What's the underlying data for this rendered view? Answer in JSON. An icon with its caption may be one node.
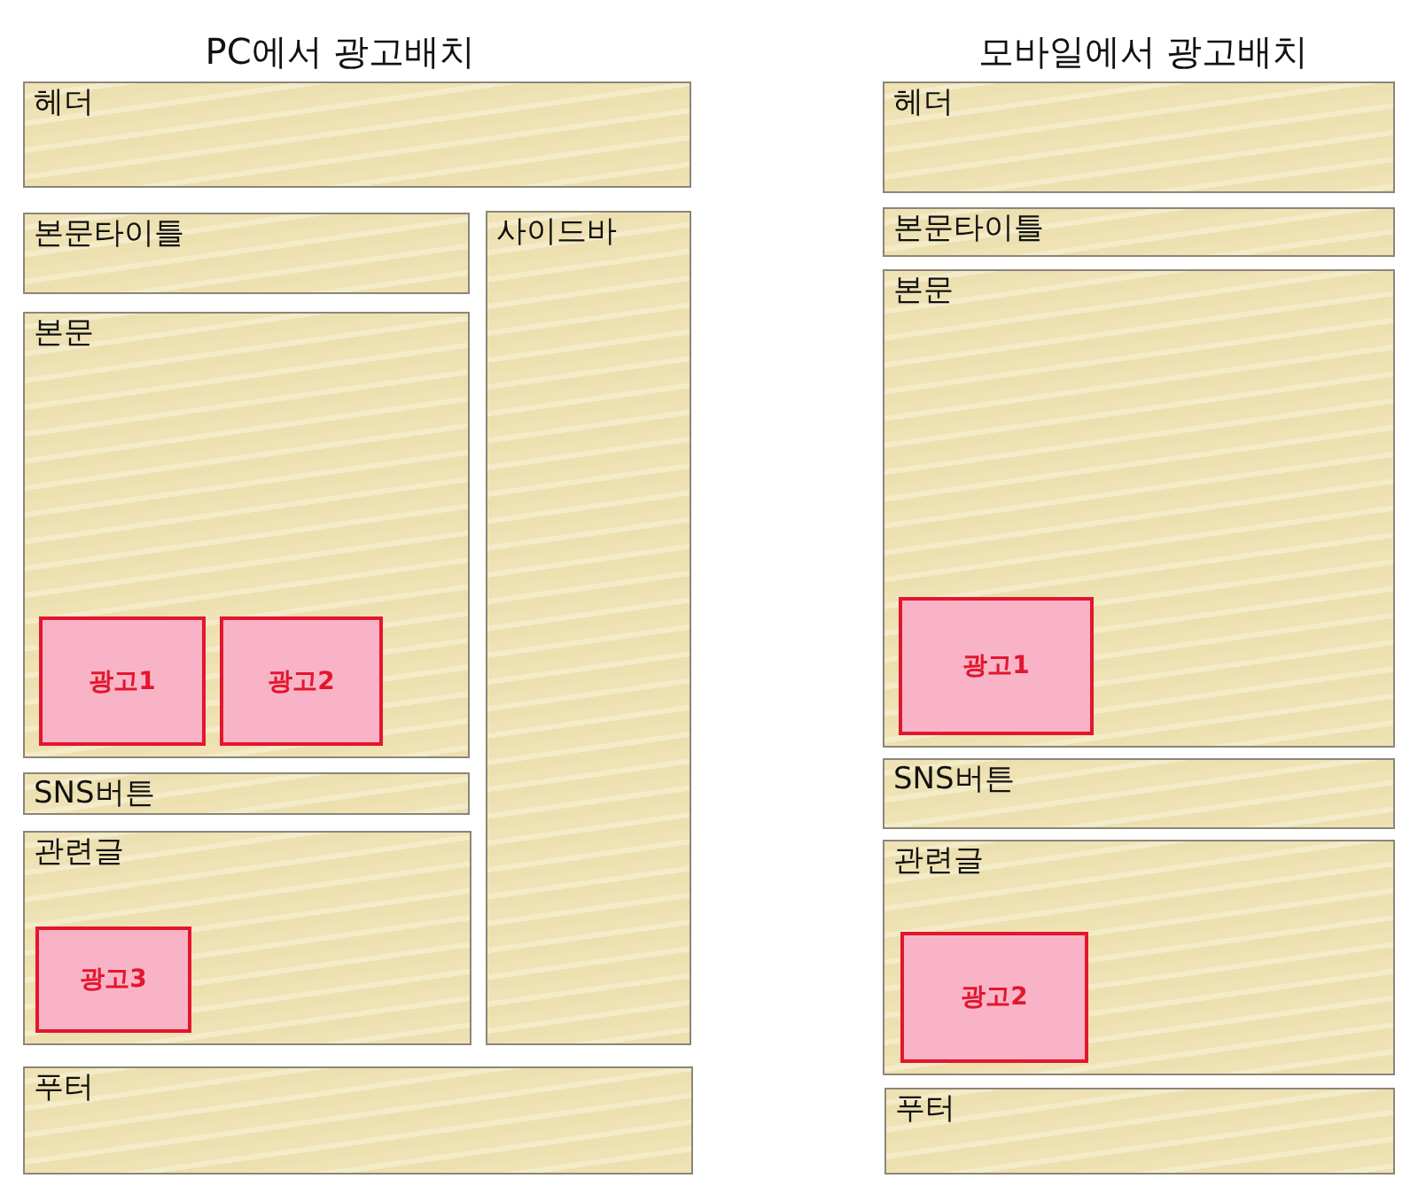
{
  "diagram": {
    "nodes": [
      {
        "text": [
          "헤더"
        ]
      },
      {
        "text": [
          "본문타이틀"
        ]
      },
      {
        "text": [
          "사이드바"
        ]
      },
      {
        "text": [
          "본문"
        ]
      },
      {
        "text": [
          "광고1"
        ],
        "in": 3
      },
      {
        "text": [
          "광고2"
        ],
        "in": 3
      },
      {
        "text": [
          "SNS버튼"
        ]
      },
      {
        "text": [
          "관련글"
        ]
      },
      {
        "text": [
          "광고3"
        ],
        "in": 7
      },
      {
        "text": [
          "푸터"
        ]
      },
      {
        "text": [
          "헤더"
        ]
      },
      {
        "text": [
          "본문타이틀"
        ]
      },
      {
        "text": [
          "본문"
        ]
      },
      {
        "text": [
          "광고1"
        ],
        "in": 12
      },
      {
        "text": [
          "SNS버튼"
        ]
      },
      {
        "text": [
          "관련글"
        ]
      },
      {
        "text": [
          "광고2"
        ],
        "in": 15
      },
      {
        "text": [
          "푸터"
        ]
      }
    ],
    "labels": [
      "PC에서 광고배치",
      "모바일에서 광고배치"
    ]
  }
}
